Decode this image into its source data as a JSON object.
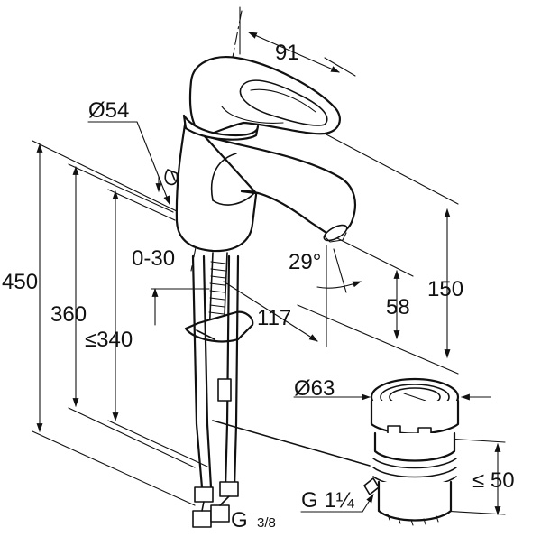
{
  "dimensions": {
    "spout_reach": "91",
    "handle_diameter": "Ø54",
    "total_height": "450",
    "height_360": "360",
    "height_340": "≤340",
    "adjust_range": "0-30",
    "angle": "29°",
    "spout_height": "58",
    "outlet_height": "150",
    "projection": "117",
    "waste_diameter": "Ø63",
    "waste_length": "≤ 50"
  },
  "threads": {
    "hose_thread_prefix": "G",
    "hose_thread_fraction": "3/8",
    "waste_thread": "G 1¼"
  }
}
